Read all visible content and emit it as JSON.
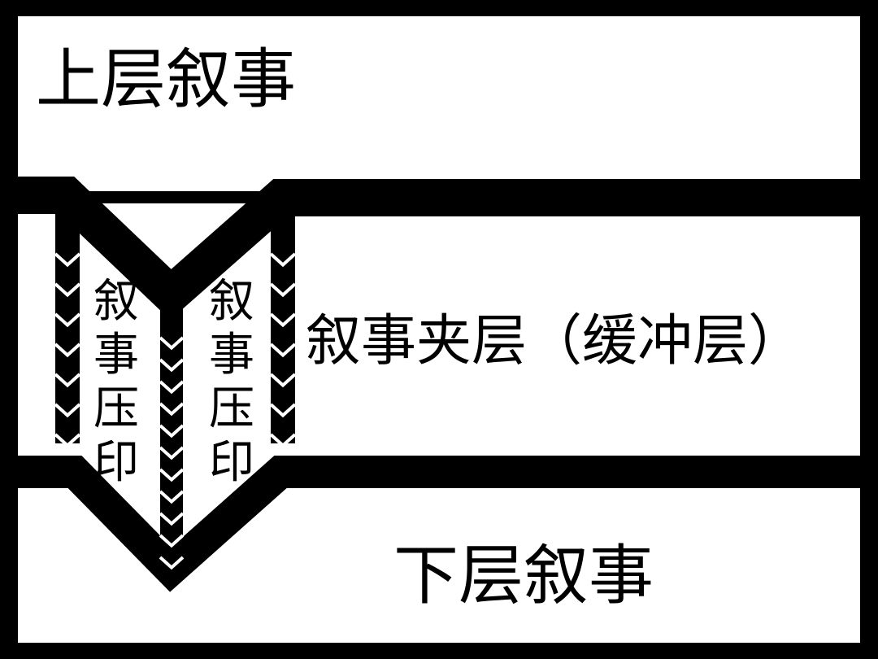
{
  "diagram": {
    "upper_layer": "上层叙事",
    "middle_layer": "叙事夹层（缓冲层）",
    "lower_layer": "下层叙事",
    "imprint_left": [
      "叙",
      "事",
      "压",
      "印"
    ],
    "imprint_right": [
      "叙",
      "事",
      "压",
      "印"
    ]
  },
  "colors": {
    "background": "#000000",
    "panel": "#ffffff",
    "text": "#000000"
  }
}
